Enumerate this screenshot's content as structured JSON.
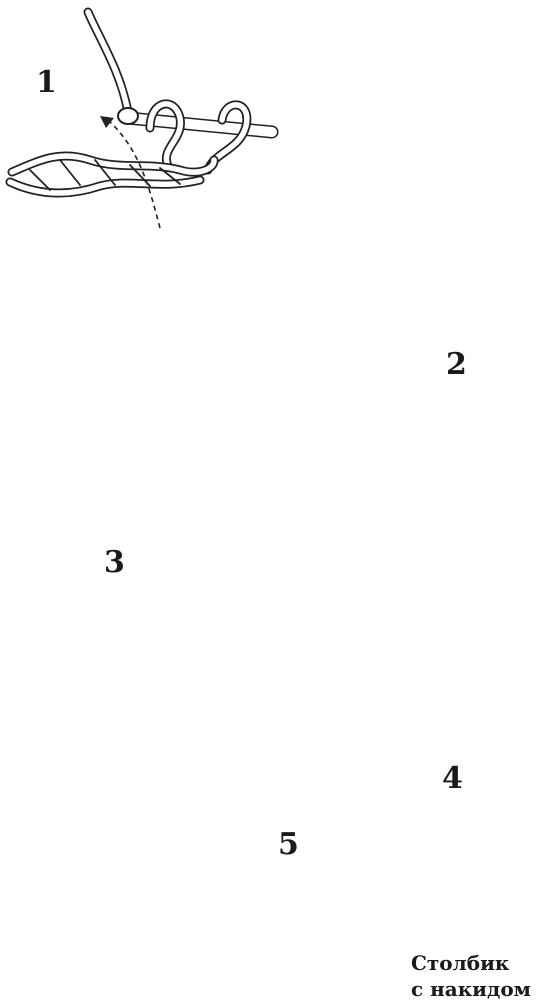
{
  "steps": [
    {
      "number": "1"
    },
    {
      "number": "2"
    },
    {
      "number": "3"
    },
    {
      "number": "4"
    },
    {
      "number": "5"
    }
  ],
  "caption": {
    "line1": "Столбик",
    "line2": "с накидом"
  },
  "colors": {
    "ink": "#222222",
    "paper": "#ffffff"
  }
}
